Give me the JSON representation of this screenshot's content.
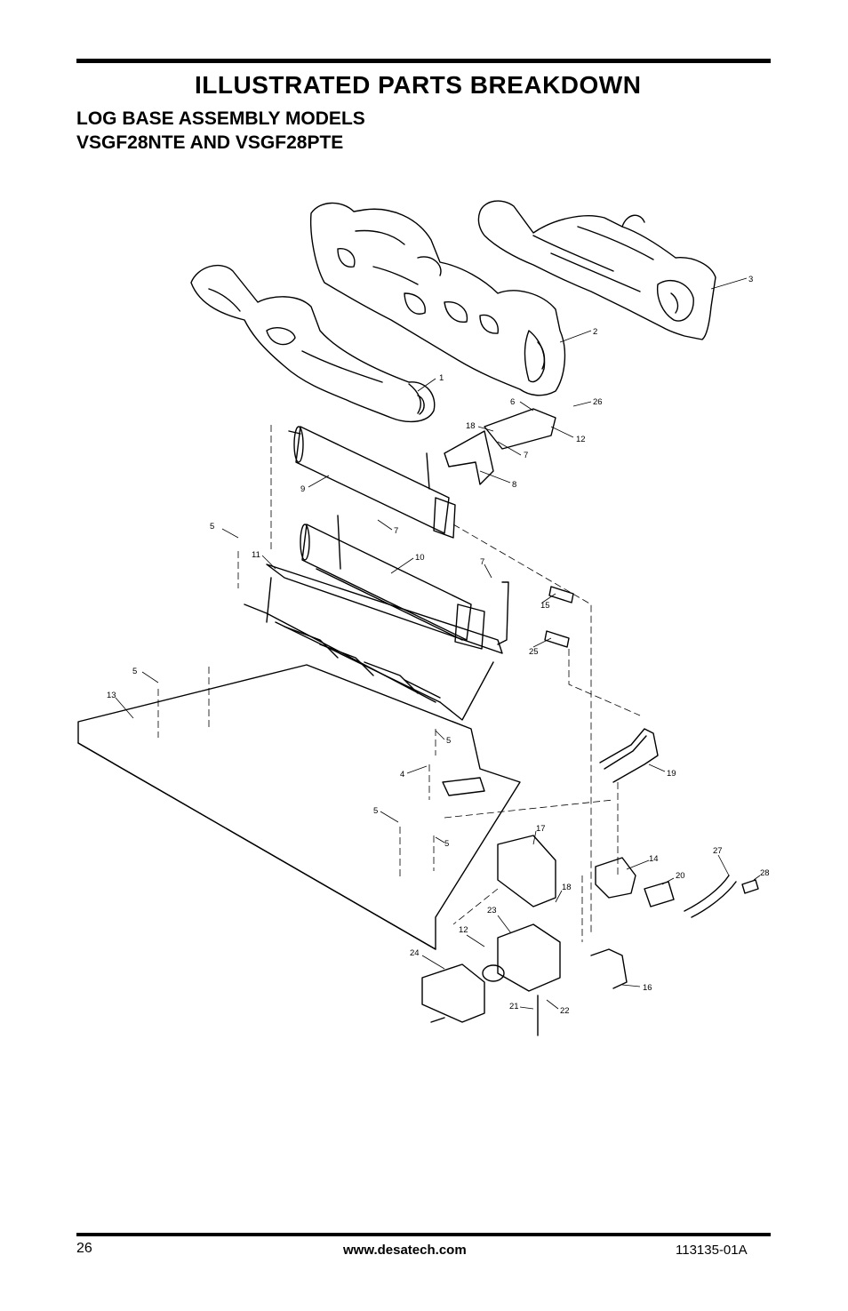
{
  "header": {
    "title": "ILLUSTRATED PARTS BREAKDOWN",
    "subtitle_line1": "LOG BASE ASSEMBLY MODELS",
    "subtitle_line2": "VSGF28NTE AND VSGF28PTE"
  },
  "diagram": {
    "callouts": [
      "1",
      "2",
      "3",
      "6",
      "26",
      "18",
      "12",
      "7",
      "8",
      "9",
      "5",
      "7",
      "11",
      "10",
      "7",
      "15",
      "25",
      "5",
      "13",
      "5",
      "4",
      "19",
      "5",
      "5",
      "17",
      "14",
      "20",
      "27",
      "28",
      "18",
      "23",
      "12",
      "24",
      "16",
      "21",
      "22"
    ]
  },
  "footer": {
    "page_number": "26",
    "website": "www.desatech.com",
    "doc_code": "113135-01A"
  }
}
